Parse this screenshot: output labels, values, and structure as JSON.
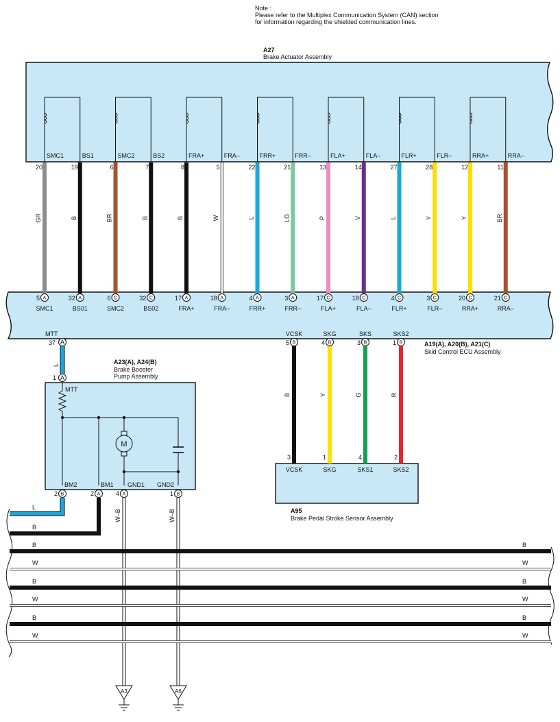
{
  "note": {
    "line1": "Note :",
    "line2": "Please refer to the Multiplex Communication System (CAN) section",
    "line3": "for information regarding the shielded communication lines."
  },
  "colors": {
    "GR": "#8c8c8c",
    "B": "#111111",
    "BR": "#a9512f",
    "W": "#ffffff",
    "L": "#18a8e0",
    "LG": "#7ec89a",
    "P": "#f08cbe",
    "V": "#6a2e8e",
    "Y": "#ffdf00",
    "G": "#12a150",
    "R": "#e5262e",
    "box_fill": "#c9e8f7"
  },
  "actuator": {
    "code": "A27",
    "name": "Brake Actuator Assembly",
    "wires": [
      {
        "top_pin": "SMC1",
        "top_no": "20",
        "color": "GR",
        "bot_no": "5",
        "bot_conn": "A",
        "bot_pin": "SMC1"
      },
      {
        "top_pin": "BS1",
        "top_no": "19",
        "color": "B",
        "bot_no": "32",
        "bot_conn": "A",
        "bot_pin": "BS01"
      },
      {
        "top_pin": "SMC2",
        "top_no": "6",
        "color": "BR",
        "bot_no": "6",
        "bot_conn": "C",
        "bot_pin": "SMC2"
      },
      {
        "top_pin": "BS2",
        "top_no": "7",
        "color": "B",
        "bot_no": "32",
        "bot_conn": "C",
        "bot_pin": "BS02"
      },
      {
        "top_pin": "FRA+",
        "top_no": "8",
        "color": "B",
        "bot_no": "17",
        "bot_conn": "A",
        "bot_pin": "FRA+"
      },
      {
        "top_pin": "FRA–",
        "top_no": "5",
        "color": "W",
        "bot_no": "18",
        "bot_conn": "A",
        "bot_pin": "FRA–"
      },
      {
        "top_pin": "FRR+",
        "top_no": "22",
        "color": "L",
        "bot_no": "4",
        "bot_conn": "A",
        "bot_pin": "FRR+"
      },
      {
        "top_pin": "FRR–",
        "top_no": "21",
        "color": "LG",
        "bot_no": "3",
        "bot_conn": "A",
        "bot_pin": "FRR–"
      },
      {
        "top_pin": "FLA+",
        "top_no": "13",
        "color": "P",
        "bot_no": "17",
        "bot_conn": "C",
        "bot_pin": "FLA+"
      },
      {
        "top_pin": "FLA–",
        "top_no": "14",
        "color": "V",
        "bot_no": "18",
        "bot_conn": "C",
        "bot_pin": "FLA–"
      },
      {
        "top_pin": "FLR+",
        "top_no": "27",
        "color": "L",
        "bot_no": "4",
        "bot_conn": "C",
        "bot_pin": "FLR+"
      },
      {
        "top_pin": "FLR–",
        "top_no": "28",
        "color": "Y",
        "bot_no": "3",
        "bot_conn": "C",
        "bot_pin": "FLR–"
      },
      {
        "top_pin": "RRA+",
        "top_no": "12",
        "color": "Y",
        "bot_no": "20",
        "bot_conn": "C",
        "bot_pin": "RRA+"
      },
      {
        "top_pin": "RRA–",
        "top_no": "11",
        "color": "BR",
        "bot_no": "21",
        "bot_conn": "C",
        "bot_pin": "RRA–"
      }
    ]
  },
  "ecu": {
    "codes": "A19(A), A20(B), A21(C)",
    "name": "Skid Control ECU Assembly",
    "mtt": {
      "pin": "MTT",
      "no": "37",
      "conn": "A"
    }
  },
  "pump": {
    "codes": "A23(A), A24(B)",
    "name_line1": "Brake Booster",
    "name_line2": "Pump Assembly",
    "top": {
      "pin": "MTT",
      "no": "1",
      "conn": "A",
      "color": "L"
    },
    "motor": "M",
    "pins": [
      {
        "pin": "BM2",
        "no": "2",
        "conn": "B"
      },
      {
        "pin": "BM1",
        "no": "2",
        "conn": "A"
      },
      {
        "pin": "GND1",
        "no": "4",
        "conn": "A"
      },
      {
        "pin": "GND2",
        "no": "1",
        "conn": "B"
      }
    ],
    "gnd_wire_color": "W–B",
    "grounds": [
      "A3",
      "A6"
    ]
  },
  "stroke_sensor": {
    "code": "A95",
    "name": "Brake Pedal Stroke Sensor Assembly",
    "wires": [
      {
        "ecu_pin": "VCSK",
        "ecu_no": "5",
        "ecu_conn": "B",
        "color": "B",
        "s_no": "3",
        "s_pin": "VCSK"
      },
      {
        "ecu_pin": "SKG",
        "ecu_no": "4",
        "ecu_conn": "B",
        "color": "Y",
        "s_no": "1",
        "s_pin": "SKG"
      },
      {
        "ecu_pin": "SKS",
        "ecu_no": "3",
        "ecu_conn": "B",
        "color": "G",
        "s_no": "4",
        "s_pin": "SKS1"
      },
      {
        "ecu_pin": "SKS2",
        "ecu_no": "1",
        "ecu_conn": "B",
        "color": "R",
        "s_no": "2",
        "s_pin": "SKS2"
      }
    ]
  },
  "harness": [
    {
      "color": "L",
      "label": "L",
      "right": ""
    },
    {
      "color": "B",
      "label": "B",
      "right": ""
    },
    {
      "color": "B",
      "label": "B",
      "right": "B"
    },
    {
      "color": "W",
      "label": "W",
      "right": "W"
    },
    {
      "color": "B",
      "label": "B",
      "right": "B"
    },
    {
      "color": "W",
      "label": "W",
      "right": "W"
    },
    {
      "color": "B",
      "label": "B",
      "right": "B"
    },
    {
      "color": "W",
      "label": "W",
      "right": "W"
    }
  ]
}
